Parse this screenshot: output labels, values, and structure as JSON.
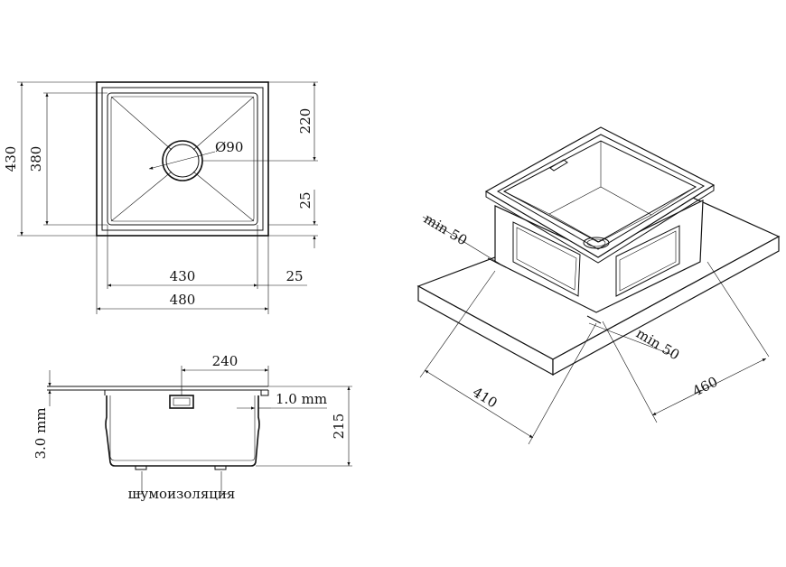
{
  "top_view": {
    "overall_height": "430",
    "inner_height": "380",
    "drain_offset": "220",
    "bottom_margin": "25",
    "drain_diameter": "Ø90",
    "inner_width": "430",
    "side_margin": "25",
    "overall_width": "480"
  },
  "side_view": {
    "overflow_distance": "240",
    "wall_thickness": "1.0 mm",
    "flange_thickness": "3.0 mm",
    "depth": "215",
    "insulation_label": "шумоизоляция"
  },
  "iso_view": {
    "clearance_left": "min 50",
    "clearance_right": "min 50",
    "cutout_depth": "410",
    "cutout_width": "460"
  }
}
